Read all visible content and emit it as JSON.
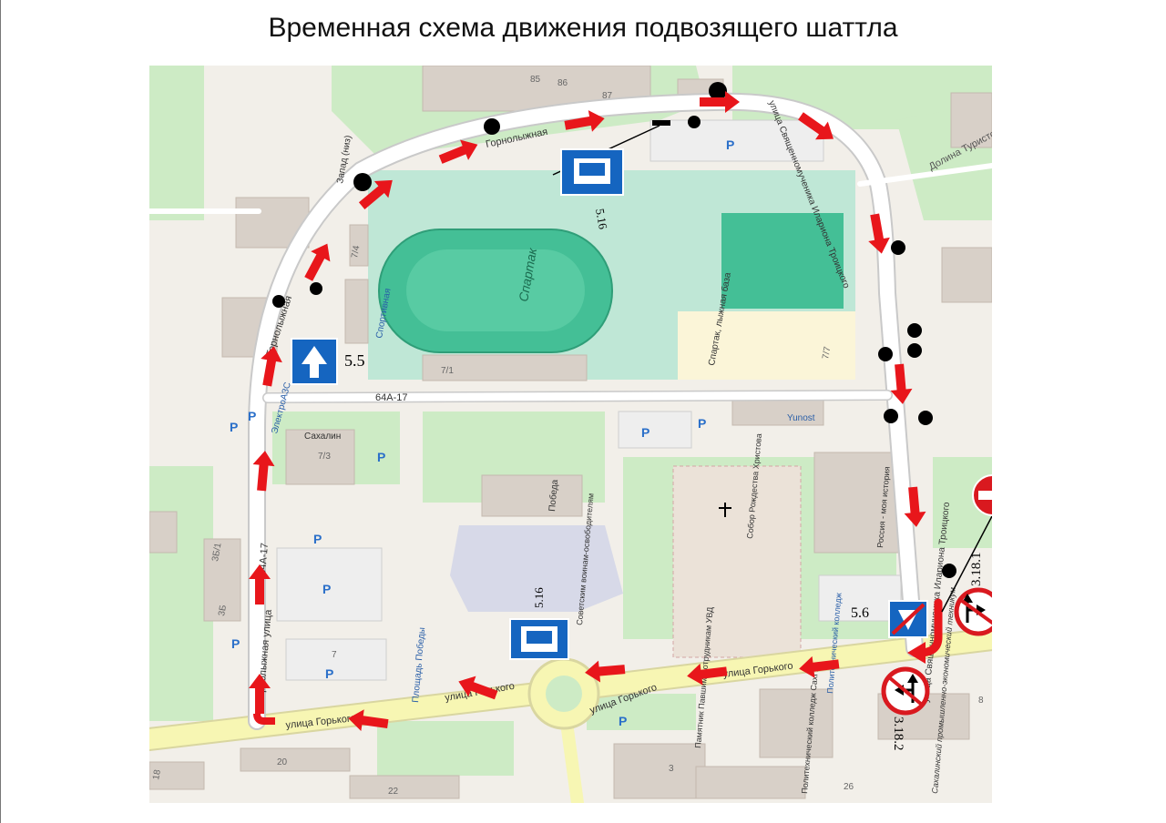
{
  "title": "Временная схема движения подвозящего шаттла",
  "colors": {
    "route_arrow": "#e8161b",
    "stop_dot": "#000000",
    "sign_blue": "#1565c0",
    "sign_red": "#d9191f",
    "park": "#cdebc5",
    "sport": "#bfe7d6",
    "field": "#44bf96",
    "building": "#d8d0c8",
    "road": "#ffffff",
    "main_road": "#f7f6b3",
    "map_bg": "#f2efe9"
  },
  "street_labels": {
    "gornolyzhnaya_top": "Горнолыжная",
    "gornolyzhnaya_left_upper": "Горнолыжная",
    "gornolyzhnaya_left_lower": "Горнолыжная улица",
    "ilarion_upper": "улица Священномученика Илариона Троицкого",
    "ilarion_lower": "улица Священномученика Илариона Троицкого",
    "gorkogo_right": "улица Горького",
    "gorkogo_mid": "улица Горького",
    "gorkogo_left": "улица Горького",
    "gorkogo_left2": "улица Горького",
    "road_code": "64А-17",
    "road_code_left": "64А-17",
    "dolina": "Долина Туристов"
  },
  "poi_labels": {
    "zapad": "Запад (низ)",
    "stadium": "Спартак",
    "ski_base": "Спартак, лыжная база",
    "sportivnaya": "Спортивная",
    "elektroazs": "ЭлектроАЗС",
    "sakhalin": "Сахалин",
    "pobeda": "Победа",
    "monument": "Советским воинам-освободителям",
    "sobor": "Собор Рождества Христова",
    "russia": "Россия - моя история",
    "yunost": "Yunost",
    "square": "Площадь Победы",
    "memorial": "Памятник Павшим Сотрудникам УВД",
    "college_right": "Политехнический колледж",
    "college_bottom": "Политехнический колледж СахГУ",
    "technicum": "Сахалинский промышленно-экономический техникум"
  },
  "building_numbers": [
    "85",
    "86",
    "87",
    "7/4",
    "7/3",
    "7/1",
    "7/7",
    "3Б/1",
    "3Б",
    "7",
    "18",
    "20",
    "22",
    "3",
    "26",
    "8"
  ],
  "parking_label": "P",
  "signs": [
    {
      "code": "5.16",
      "kind": "bus-stop"
    },
    {
      "code": "5.5",
      "kind": "one-way"
    },
    {
      "code": "5.16",
      "kind": "bus-stop"
    },
    {
      "code": "5.6",
      "kind": "end-one-way"
    },
    {
      "code": "3.18.1",
      "kind": "no-right-turn"
    },
    {
      "code": "3.18.2",
      "kind": "no-left-turn"
    }
  ]
}
